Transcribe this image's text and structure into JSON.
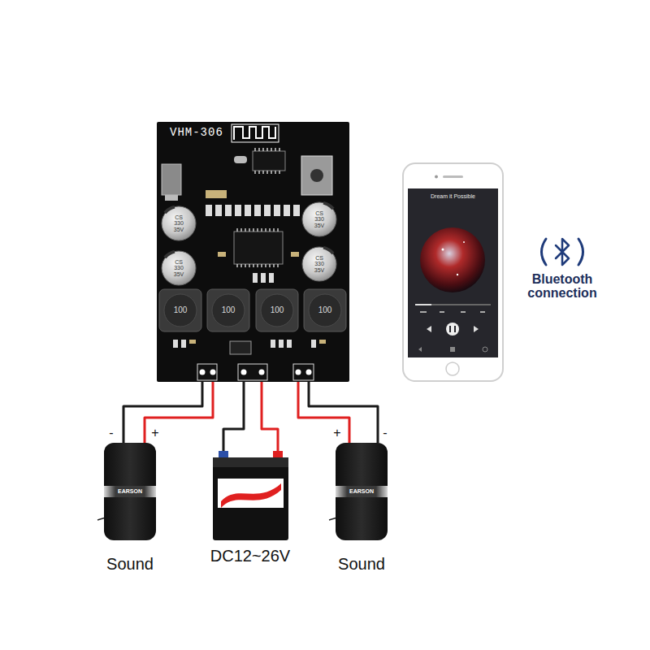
{
  "diagram": {
    "nodes": [
      {
        "text": [
          "VHM-306"
        ]
      },
      {
        "text": [
          "EARSON",
          "Sound"
        ]
      },
      {
        "text": [
          "DC12~26V"
        ]
      },
      {
        "text": [
          "EARSON",
          "Sound"
        ]
      },
      {
        "text": [
          "Dream it Possible"
        ]
      }
    ],
    "edges": [
      {
        "from": 0,
        "to": 1,
        "arrow": "none"
      },
      {
        "from": 0,
        "to": 1,
        "arrow": "none"
      },
      {
        "from": 0,
        "to": 2,
        "arrow": "none"
      },
      {
        "from": 0,
        "to": 2,
        "arrow": "none"
      },
      {
        "from": 0,
        "to": 3,
        "arrow": "none"
      },
      {
        "from": 0,
        "to": 3,
        "arrow": "none"
      }
    ],
    "labels": [
      "-",
      "+",
      "+",
      "-",
      "CS 330 35V",
      "CS 330 35V",
      "CS 330 35V",
      "CS 330 35V",
      "100",
      "100",
      "100",
      "100",
      "Bluetooth connection"
    ]
  }
}
